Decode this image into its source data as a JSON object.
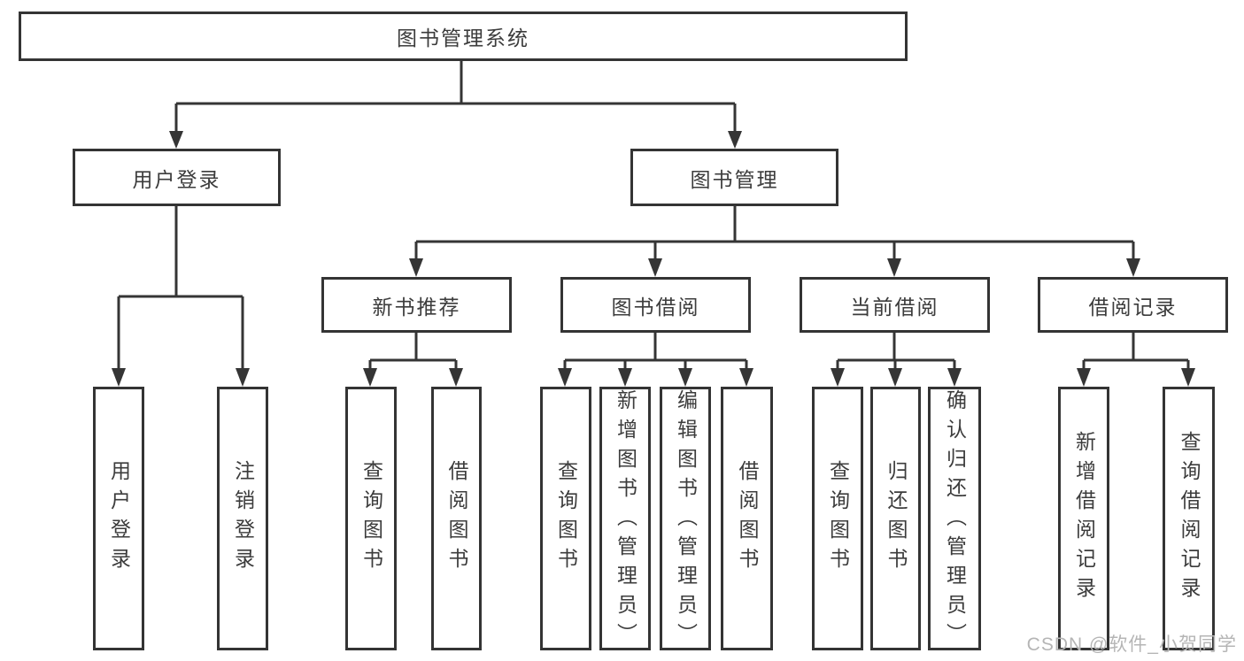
{
  "tree": {
    "root": {
      "label": "图书管理系统"
    },
    "branches": [
      {
        "label": "用户登录",
        "children": [
          {
            "label": "用户登录"
          },
          {
            "label": "注销登录"
          }
        ]
      },
      {
        "label": "图书管理",
        "children": [
          {
            "label": "新书推荐",
            "children": [
              {
                "label": "查询图书"
              },
              {
                "label": "借阅图书"
              }
            ]
          },
          {
            "label": "图书借阅",
            "children": [
              {
                "label": "查询图书"
              },
              {
                "label": "新增图书（管理员）"
              },
              {
                "label": "编辑图书（管理员）"
              },
              {
                "label": "借阅图书"
              }
            ]
          },
          {
            "label": "当前借阅",
            "children": [
              {
                "label": "查询图书"
              },
              {
                "label": "归还图书"
              },
              {
                "label": "确认归还（管理员）"
              }
            ]
          },
          {
            "label": "借阅记录",
            "children": [
              {
                "label": "新增借阅记录"
              },
              {
                "label": "查询借阅记录"
              }
            ]
          }
        ]
      }
    ]
  },
  "watermark": {
    "text": "CSDN @软件_小贺同学"
  },
  "colors": {
    "line": "#353535",
    "box_border": "#343434",
    "text": "#3c3c3c",
    "background": "#ffffff",
    "watermark": "#b5b5b5"
  }
}
